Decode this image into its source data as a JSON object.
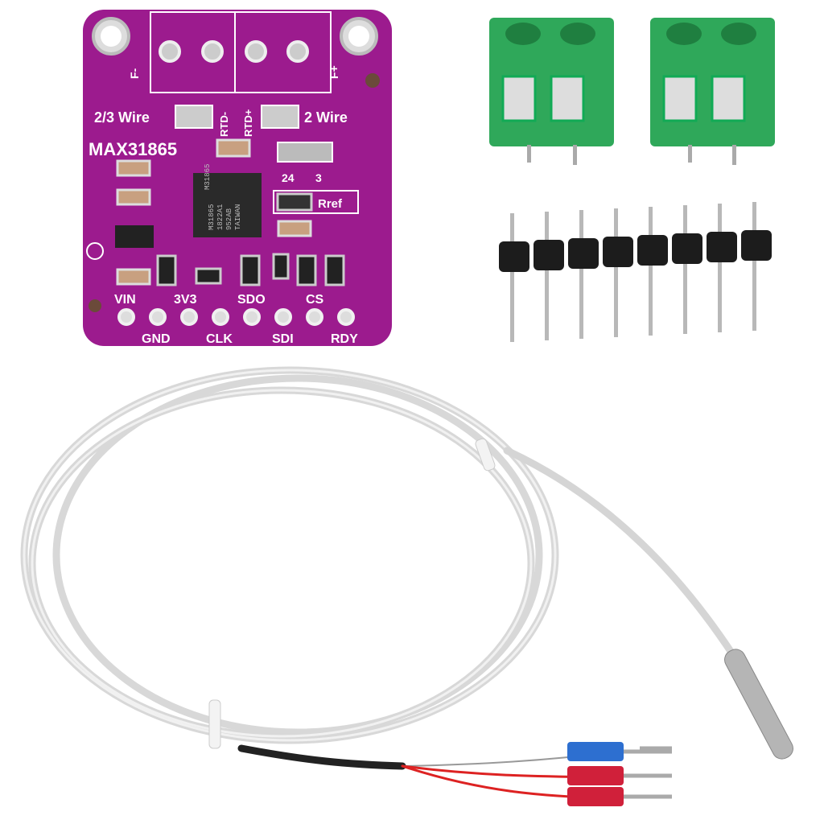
{
  "board": {
    "part_label": "MAX31865",
    "wire_23_label": "2/3 Wire",
    "wire_2_label": "2 Wire",
    "rtd_minus": "RTD-",
    "rtd_plus": "RTD+",
    "f_minus": "F-",
    "f_plus": "F+",
    "jumper_24": "24",
    "jumper_3": "3",
    "rref_label": "Rref",
    "chip_lines": [
      "M31865",
      "1822A1",
      "952AB",
      "TAIWAN"
    ],
    "pins_top": [
      "VIN",
      "3V3",
      "SDO",
      "CS"
    ],
    "pins_bottom": [
      "GND",
      "CLK",
      "SDI",
      "RDY"
    ],
    "color": "#9c1b8e"
  },
  "terminal_block_color": "#2fa85a",
  "header_pin_count": 8
}
